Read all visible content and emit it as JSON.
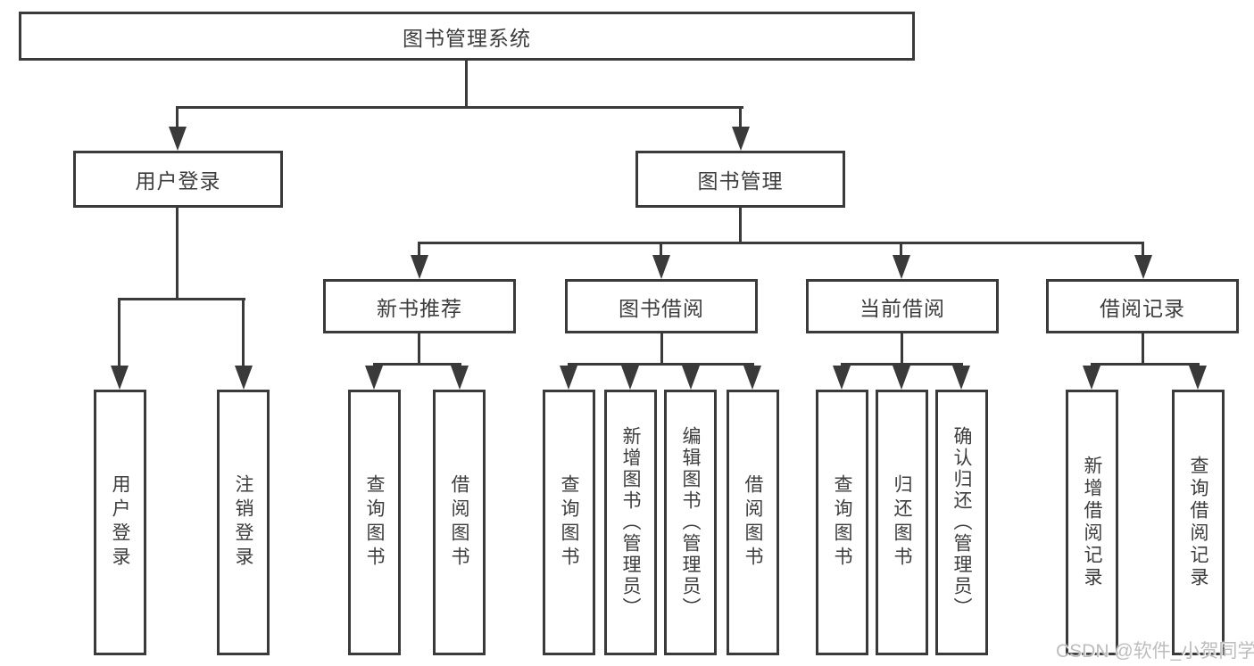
{
  "tree": {
    "root": {
      "label": "图书管理系统"
    },
    "level2": [
      {
        "label": "用户登录",
        "children": [
          {
            "label": "用户登录"
          },
          {
            "label": "注销登录"
          }
        ]
      },
      {
        "label": "图书管理",
        "children": [
          {
            "label": "新书推荐",
            "children": [
              {
                "label": "查询图书"
              },
              {
                "label": "借阅图书"
              }
            ]
          },
          {
            "label": "图书借阅",
            "children": [
              {
                "label": "查询图书"
              },
              {
                "label": "新增图书（管理员）"
              },
              {
                "label": "编辑图书（管理员）"
              },
              {
                "label": "借阅图书"
              }
            ]
          },
          {
            "label": "当前借阅",
            "children": [
              {
                "label": "查询图书"
              },
              {
                "label": "归还图书"
              },
              {
                "label": "确认归还（管理员）"
              }
            ]
          },
          {
            "label": "借阅记录",
            "children": [
              {
                "label": "新增借阅记录"
              },
              {
                "label": "查询借阅记录"
              }
            ]
          }
        ]
      }
    ]
  },
  "watermark": {
    "text": "CSDN @软件_小贺同学"
  },
  "colors": {
    "line": "#3a3a3a",
    "text": "#3d3d3d",
    "background": "#ffffff",
    "watermark": "#bdbdbd"
  }
}
